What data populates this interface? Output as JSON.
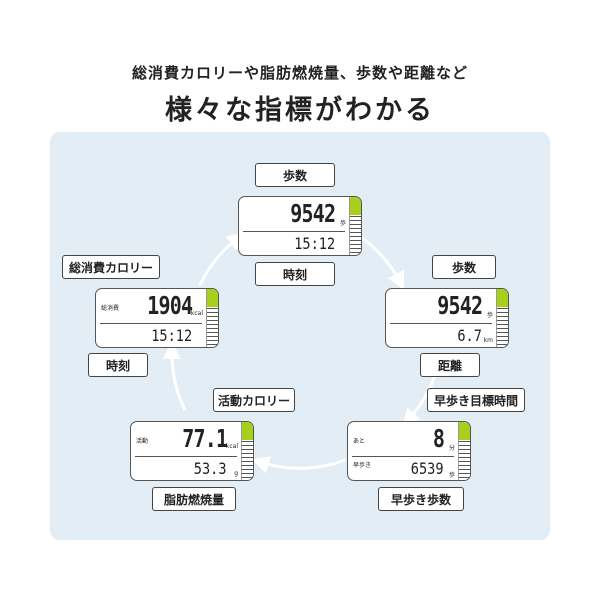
{
  "header": {
    "subtitle": "総消費カロリーや脂肪燃焼量、歩数や距離など",
    "title": "様々な指標がわかる"
  },
  "colors": {
    "panel": "#e3edf5",
    "accent": "#a8cf1c"
  },
  "devices": [
    {
      "id": "top",
      "main": "9542",
      "main_unit": "歩",
      "sub": "15:12",
      "sub_unit": "",
      "left_top": "",
      "left_bottom": "",
      "label_top": "歩数",
      "label_bottom": "時刻"
    },
    {
      "id": "right",
      "main": "9542",
      "main_unit": "歩",
      "sub": "6.7",
      "sub_unit": "km",
      "left_top": "",
      "left_bottom": "",
      "label_top": "歩数",
      "label_bottom": "距離"
    },
    {
      "id": "bottom-right",
      "main": "8",
      "main_unit": "分",
      "sub": "6539",
      "sub_unit": "歩",
      "left_top": "あと",
      "left_bottom": "早歩き",
      "label_top": "早歩き目標時間",
      "label_bottom": "早歩き歩数"
    },
    {
      "id": "bottom-left",
      "main": "77.1",
      "main_unit": "kcal",
      "sub": "53.3",
      "sub_unit": "g",
      "left_top": "活動",
      "left_bottom": "",
      "label_top": "活動カロリー",
      "label_bottom": "脂肪燃焼量"
    },
    {
      "id": "left",
      "main": "1904",
      "main_unit": "kcal",
      "sub": "15:12",
      "sub_unit": "",
      "left_top": "総消費",
      "left_bottom": "",
      "label_top": "総消費カロリー",
      "label_bottom": "時刻"
    }
  ]
}
